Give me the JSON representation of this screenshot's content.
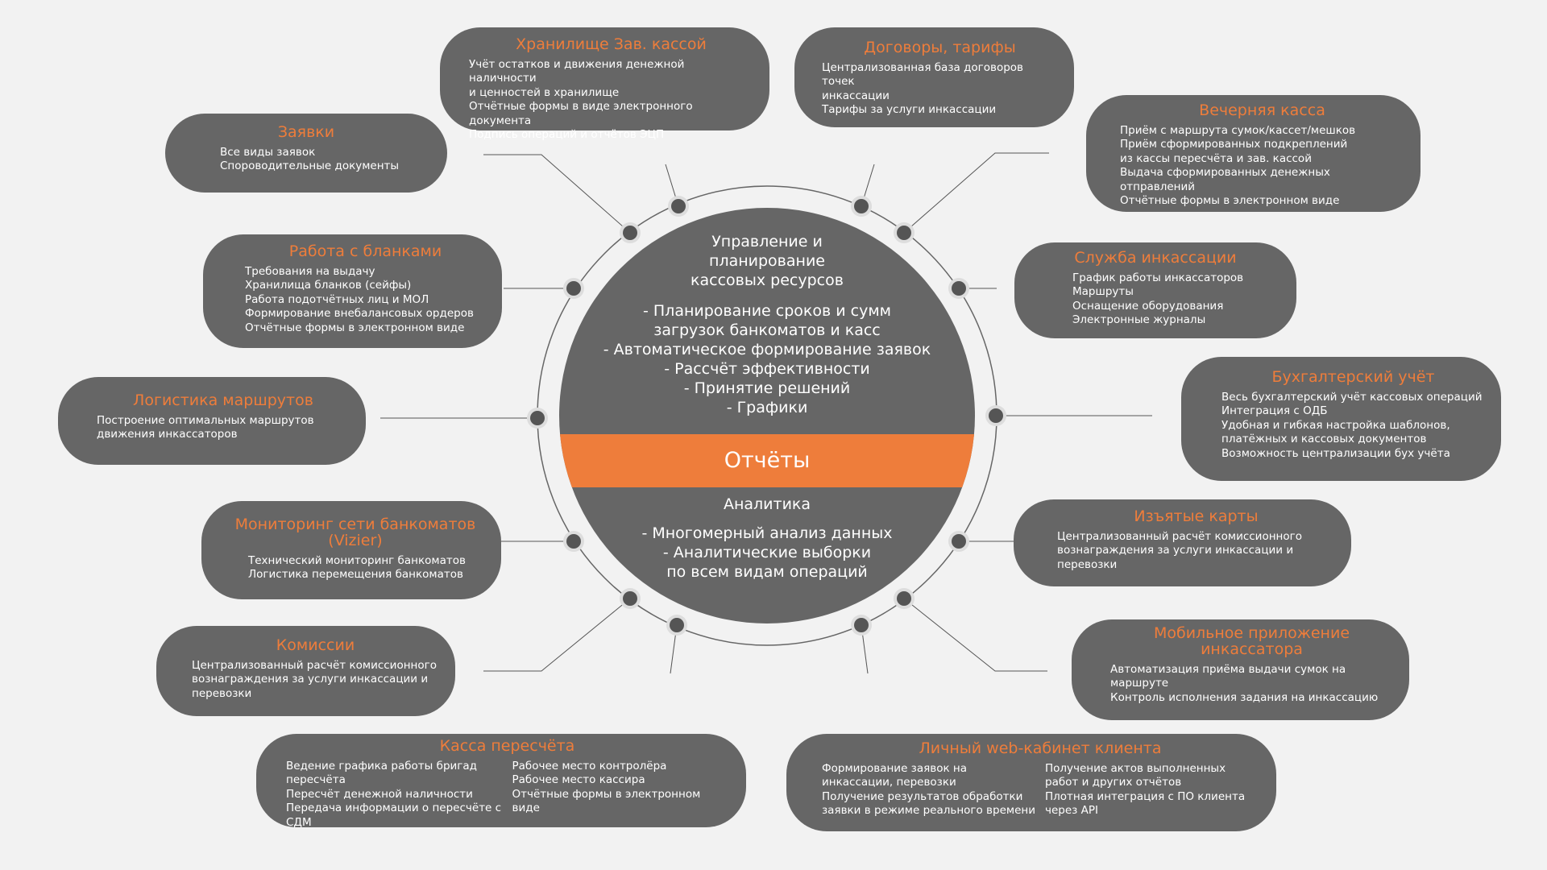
{
  "center": {
    "top_title": [
      "Управление и",
      "планирование",
      "кассовых ресурсов"
    ],
    "top_items": [
      "- Планирование сроков и сумм",
      "загрузок банкоматов и касс",
      "- Автоматическое формирование заявок",
      "- Рассчёт эффективности",
      "- Принятие решений",
      "- Графики"
    ],
    "band": "Отчёты",
    "bottom_title": "Аналитика",
    "bottom_items": [
      "- Многомерный анализ данных",
      "- Аналитические выборки",
      "по всем видам операций"
    ]
  },
  "modules": [
    {
      "title": "Хранилище Зав. кассой",
      "items": [
        "Учёт остатков и движения денежной наличности",
        "и ценностей в хранилище",
        "Отчётные формы в виде электронного документа",
        "Подпись операций и отчётов ЭЦП"
      ]
    },
    {
      "title": "Договоры, тарифы",
      "items": [
        "Централизованная база договоров точек",
        "инкассации",
        "Тарифы за услуги инкассации"
      ]
    },
    {
      "title": "Заявки",
      "items": [
        "Все виды заявок",
        "Спороводительные документы"
      ]
    },
    {
      "title": "Вечерняя касса",
      "items": [
        "Приём с маршрута сумок/кассет/мешков",
        "Приём сформированных подкреплений",
        "из кассы пересчёта и зав. кассой",
        "Выдача сформированных денежных отправлений",
        "Отчётные формы в электронном виде"
      ]
    },
    {
      "title": "Работа с бланками",
      "items": [
        "Требования на выдачу",
        "Хранилища бланков (сейфы)",
        "Работа подотчётных лиц и МОЛ",
        "Формирование внебалансовых ордеров",
        "Отчётные формы в электронном виде"
      ]
    },
    {
      "title": "Служба инкассации",
      "items": [
        "График работы инкассаторов",
        "Маршруты",
        "Оснащение оборудования",
        "Электронные журналы"
      ]
    },
    {
      "title": "Логистика маршрутов",
      "items": [
        "Построение оптимальных маршрутов",
        "движения инкассаторов"
      ]
    },
    {
      "title": "Бухгалтерский учёт",
      "items": [
        "Весь бухгалтерский учёт кассовых операций",
        "Интеграция с ОДБ",
        "Удобная и гибкая настройка шаблонов,",
        "платёжных и кассовых документов",
        "Возможность централизации бух учёта"
      ]
    },
    {
      "title": "Мониторинг сети банкоматов (Vizier)",
      "items": [
        "Технический мониторинг банкоматов",
        "Логистика перемещения банкоматов"
      ]
    },
    {
      "title": "Изъятые карты",
      "items": [
        "Централизованный расчёт комиссионного",
        "вознаграждения за услуги инкассации и",
        "перевозки"
      ]
    },
    {
      "title": "Комиссии",
      "items": [
        "Централизованный расчёт комиссионного",
        "вознаграждения за услуги инкассации и",
        "перевозки"
      ]
    },
    {
      "title": "Мобильное приложение инкассатора",
      "items": [
        "Автоматизация приёма выдачи сумок на",
        "маршруте",
        "Контроль исполнения задания на инкассацию"
      ]
    },
    {
      "title": "Касса пересчёта",
      "items": [
        "Ведение графика работы бригад пересчёта",
        "Пересчёт денежной наличности",
        "Передача информации о пересчёте с СДМ",
        "Рабочее место контролёра",
        "Рабочее место кассира",
        "Отчётные формы в электронном виде"
      ]
    },
    {
      "title": "Личный web-кабинет клиента",
      "items": [
        "Формирование заявок на инкассации, перевозки",
        "Получение результатов обработки заявки в режиме реального времени",
        "Получение актов выполненных работ и других отчётов",
        "Плотная интеграция с ПО клиента через API"
      ]
    }
  ],
  "colors": {
    "background": "#f2f2f2",
    "pill": "#666666",
    "accent": "#ee7d3b",
    "text": "#ffffff",
    "line": "#555555"
  }
}
